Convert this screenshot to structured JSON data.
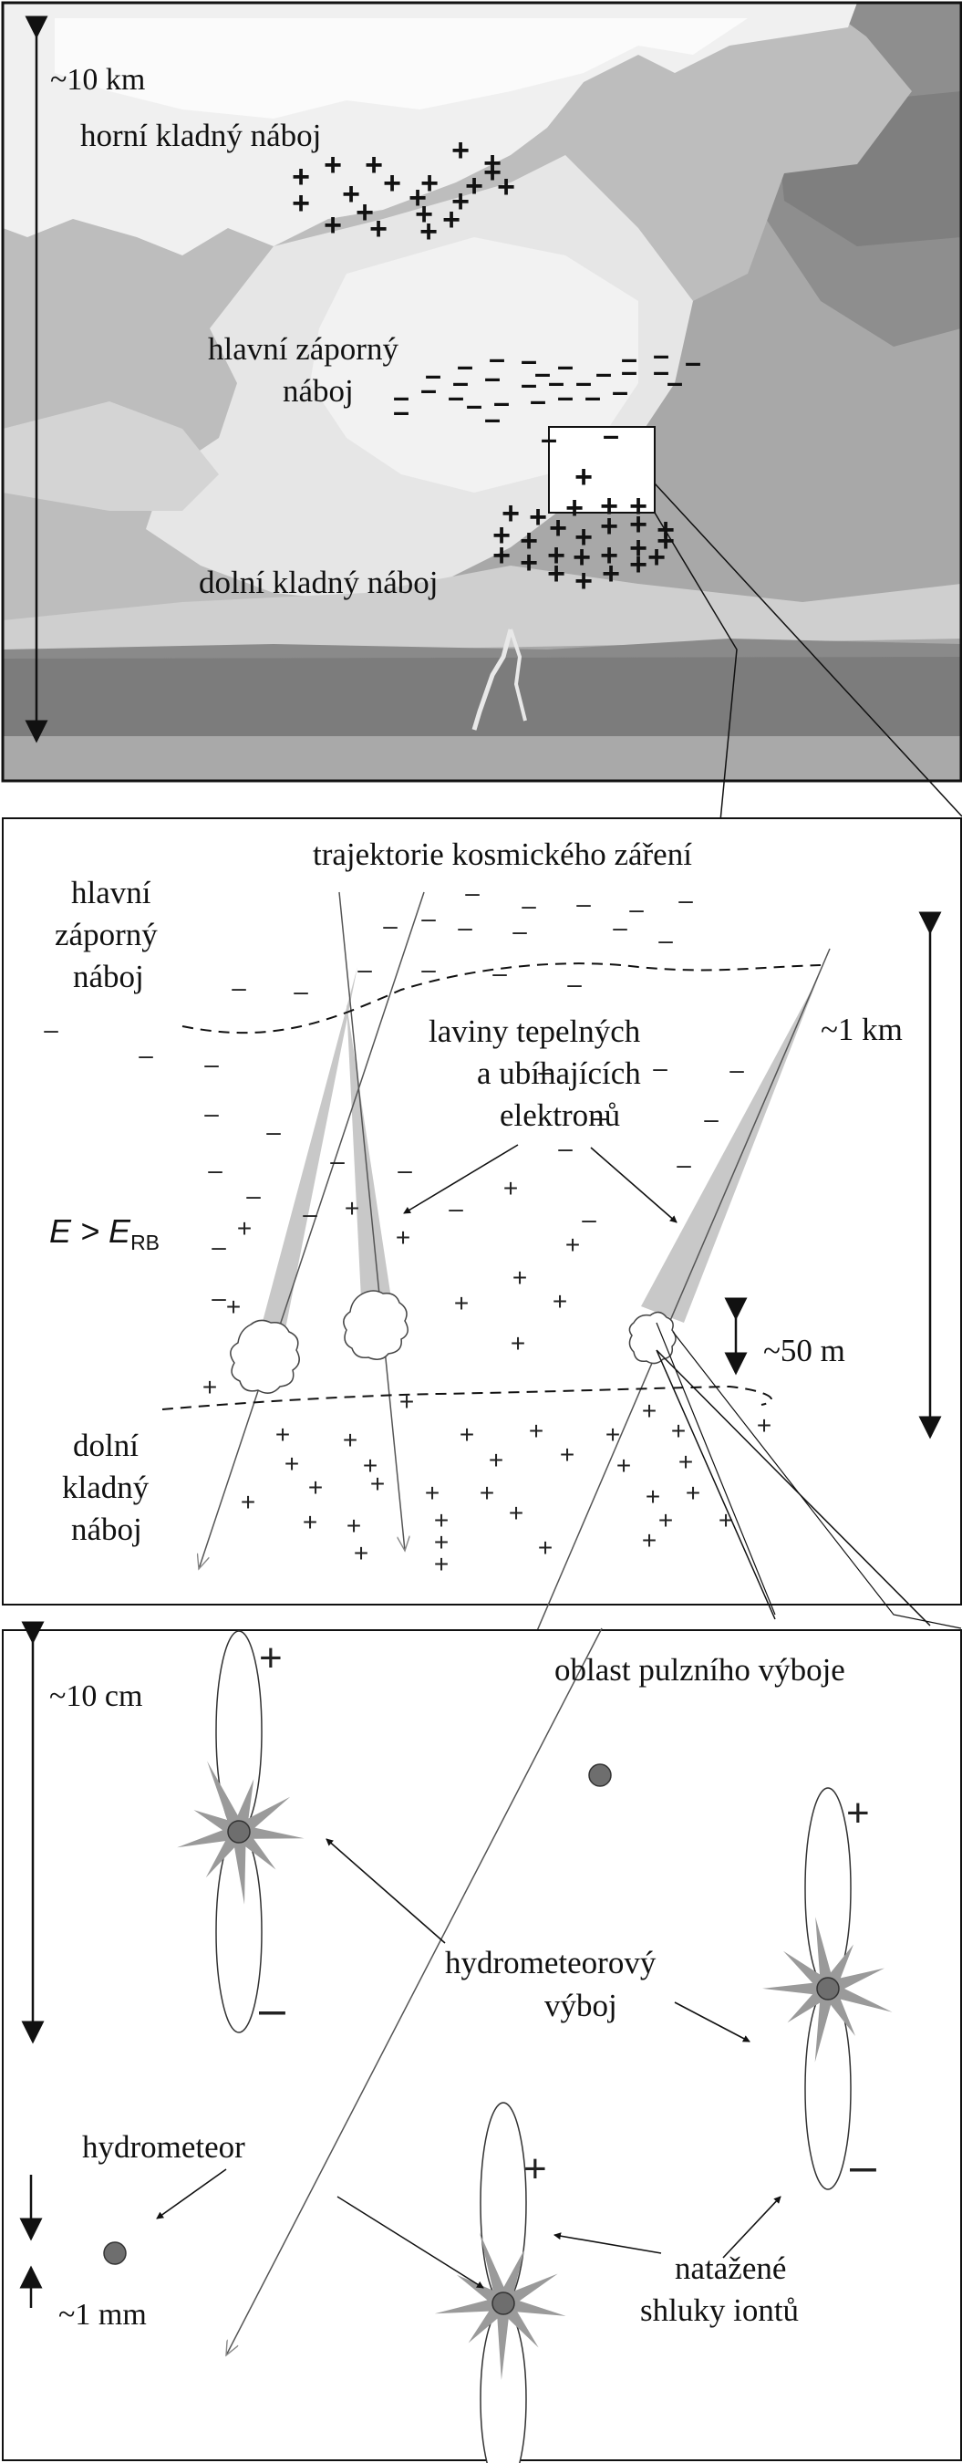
{
  "panel_top": {
    "scale_label": "~10 km",
    "upper_positive_label": "horní kladný náboj",
    "main_negative_label_line1": "hlavní záporný",
    "main_negative_label_line2": "náboj",
    "lower_positive_label": "dolní kladný náboj"
  },
  "panel_middle": {
    "cosmic_ray_label": "trajektorie kosmického záření",
    "negative_label_line1": "hlavní",
    "negative_label_line2": "záporný",
    "negative_label_line3": "náboj",
    "avalanche_label_line1": "laviny tepelných",
    "avalanche_label_line2": "a ubíhajících",
    "avalanche_label_line3": "elektronů",
    "field_label_E": "E > E",
    "field_label_sub": "RB",
    "km_label": "~1 km",
    "m_label": "~50 m",
    "positive_label_line1": "dolní",
    "positive_label_line2": "kladný",
    "positive_label_line3": "náboj"
  },
  "panel_bottom": {
    "cm_label": "~10 cm",
    "pulse_label": "oblast pulzního výboje",
    "discharge_label_line1": "hydrometeorový",
    "discharge_label_line2": "výboj",
    "hydrometeor_label": "hydrometeor",
    "mm_label": "~1 mm",
    "ion_label_line1": "natažené",
    "ion_label_line2": "shluky iontů"
  },
  "signs": {
    "plus": "+",
    "minus": "–"
  },
  "colors": {
    "ink": "#111111",
    "cloud_light": "#e4e4e4",
    "cloud_mid": "#bdbdbd",
    "sky_gray": "#a6a6a6",
    "ground_dark": "#7a7a7a",
    "beam_gray": "#c8c8c8",
    "star_gray": "#9a9a9a",
    "dot_gray": "#6e6e6e"
  }
}
